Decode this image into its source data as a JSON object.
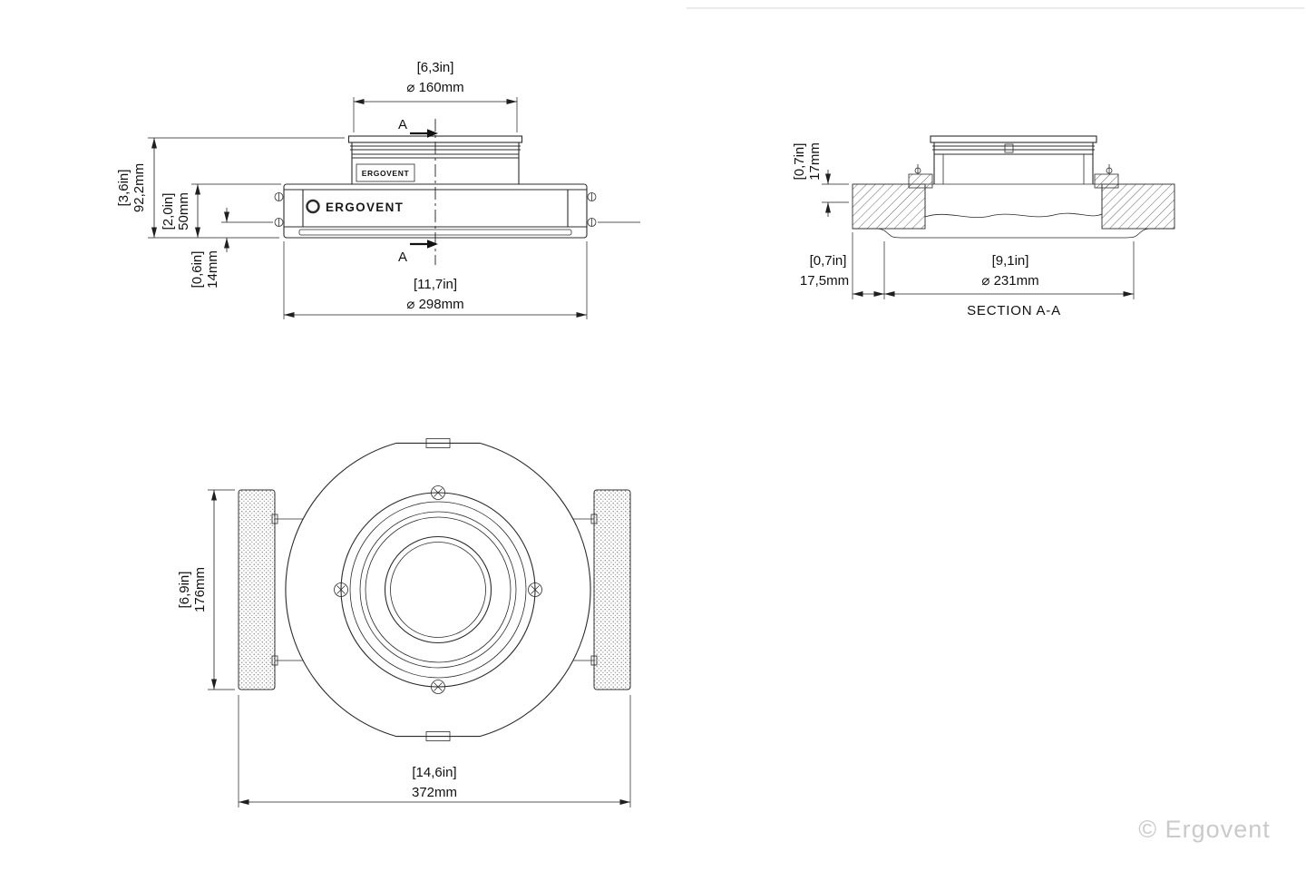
{
  "front_view": {
    "brand_plate": "ERGOVENT",
    "brand_logo": "ERGOVENT",
    "section_marker_top": "A",
    "section_marker_bottom": "A",
    "dims": {
      "collar_diameter": {
        "inches": "[6,3in]",
        "metric": "⌀ 160mm"
      },
      "total_height": {
        "inches": "[3,6in]",
        "metric": "92,2mm"
      },
      "housing_height": {
        "inches": "[2,0in]",
        "metric": "50mm"
      },
      "trim_height": {
        "inches": "[0,6in]",
        "metric": "14mm"
      },
      "flange_diameter": {
        "inches": "[11,7in]",
        "metric": "⌀ 298mm"
      }
    }
  },
  "section_view": {
    "title": "SECTION A-A",
    "dims": {
      "recess_depth": {
        "inches": "[0,7in]",
        "metric": "17mm"
      },
      "edge_offset": {
        "inches": "[0,7in]",
        "metric": "17,5mm"
      },
      "cutout_diameter": {
        "inches": "[9,1in]",
        "metric": "⌀ 231mm"
      }
    }
  },
  "plan_view": {
    "dims": {
      "bracket_height": {
        "inches": "[6,9in]",
        "metric": "176mm"
      },
      "overall_width": {
        "inches": "[14,6in]",
        "metric": "372mm"
      }
    }
  },
  "watermark": "© Ergovent",
  "colors": {
    "line": "#2b2b2b",
    "dim_line": "#1f1f1f",
    "watermark": "#cacaca",
    "background": "#ffffff"
  }
}
